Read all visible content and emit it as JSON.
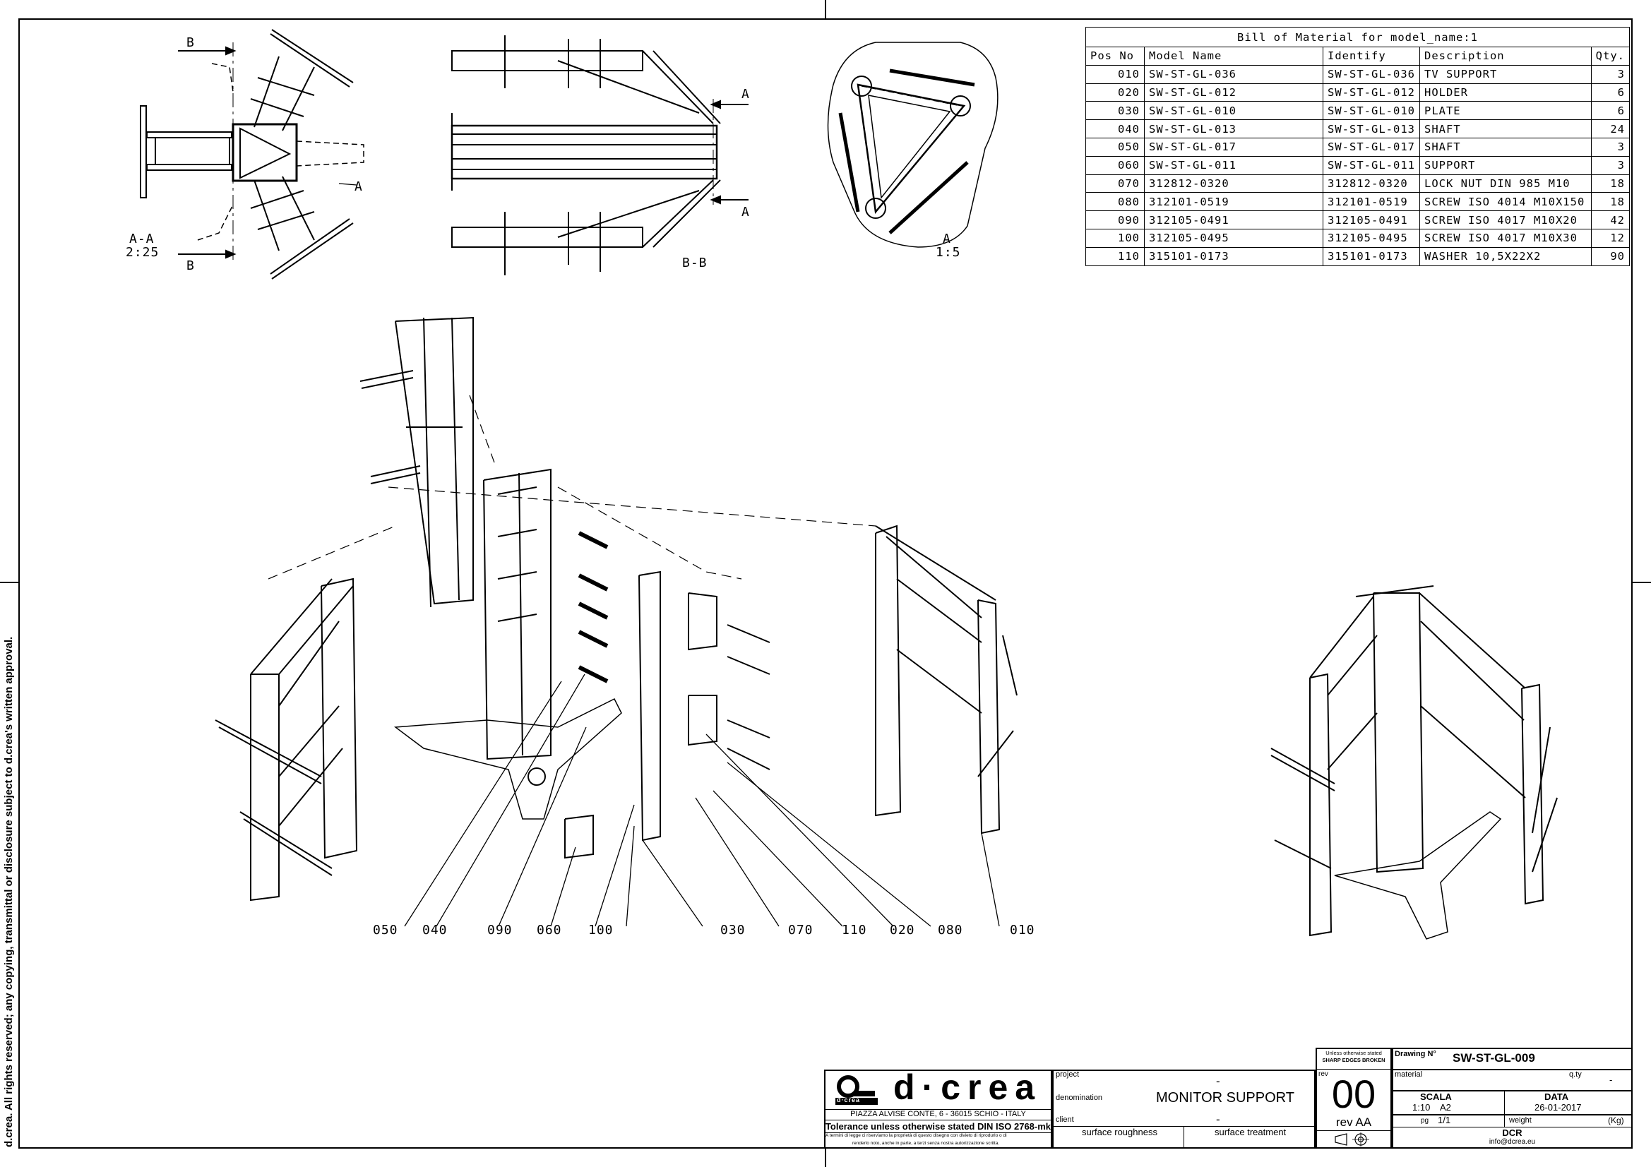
{
  "side_notice": "d.crea. All rights reserved; any copying, transmittal or disclosure subject to d.crea's written approval.",
  "views": {
    "aa": {
      "title": "A-A",
      "scale": "2:25",
      "cut_top": "B",
      "cut_bottom": "B",
      "callout": "A"
    },
    "bb": {
      "title": "B-B",
      "cut_top": "A",
      "cut_bottom": "A"
    },
    "detail_a": {
      "title": "A",
      "scale": "1:5"
    }
  },
  "bom": {
    "title": "Bill of Material for model_name:1",
    "headers": [
      "Pos No",
      "Model Name",
      "Identify",
      "Description",
      "Qty."
    ],
    "rows": [
      [
        "010",
        "SW-ST-GL-036",
        "SW-ST-GL-036",
        "TV SUPPORT",
        "3"
      ],
      [
        "020",
        "SW-ST-GL-012",
        "SW-ST-GL-012",
        "HOLDER",
        "6"
      ],
      [
        "030",
        "SW-ST-GL-010",
        "SW-ST-GL-010",
        "PLATE",
        "6"
      ],
      [
        "040",
        "SW-ST-GL-013",
        "SW-ST-GL-013",
        "SHAFT",
        "24"
      ],
      [
        "050",
        "SW-ST-GL-017",
        "SW-ST-GL-017",
        "SHAFT",
        "3"
      ],
      [
        "060",
        "SW-ST-GL-011",
        "SW-ST-GL-011",
        "SUPPORT",
        "3"
      ],
      [
        "070",
        "312812-0320",
        "312812-0320",
        "LOCK NUT DIN 985 M10",
        "18"
      ],
      [
        "080",
        "312101-0519",
        "312101-0519",
        "SCREW ISO 4014 M10X150",
        "18"
      ],
      [
        "090",
        "312105-0491",
        "312105-0491",
        "SCREW ISO 4017 M10X20",
        "42"
      ],
      [
        "100",
        "312105-0495",
        "312105-0495",
        "SCREW ISO 4017 M10X30",
        "12"
      ],
      [
        "110",
        "315101-0173",
        "315101-0173",
        "WASHER 10,5X22X2",
        "90"
      ]
    ]
  },
  "balloons": [
    "050",
    "040",
    "090",
    "060",
    "100",
    "030",
    "070",
    "110",
    "020",
    "080",
    "010"
  ],
  "title_block": {
    "logo_text": "d·crea",
    "logo_small": "d·crea",
    "address": "PIAZZA ALVISE CONTE, 6 - 36015 SCHIO - ITALY",
    "tolerance": "Tolerance unless otherwise stated DIN ISO 2768-mk",
    "legal_1": "A termini di legge ci riserviamo la proprietà di questo disegno con divieto di riprodurlo o di",
    "legal_2": "renderlo noto, anche in parte, a terzi senza nostra autorizzazione scritta.",
    "project_label": "project",
    "project_value": "-",
    "denomination_label": "denomination",
    "denomination_value": "MONITOR SUPPORT",
    "client_label": "client",
    "client_value": "-",
    "surface_roughness": "surface roughness",
    "surface_treatment": "surface treatment",
    "edges_note_1": "Unless otherwise stated",
    "edges_note_2": "SHARP EDGES BROKEN",
    "rev_label": "rev",
    "rev_value": "00",
    "rev_aa": "rev AA",
    "drawing_label": "Drawing N°",
    "drawing_value": "SW-ST-GL-009",
    "material_label": "material",
    "qty_label": "q.ty",
    "qty_value": "-",
    "scala_label": "SCALA",
    "scala_value": "1:10",
    "format_value": "A2",
    "data_label": "DATA",
    "data_value": "26-01-2017",
    "pg_label": "pg",
    "pg_value": "1/1",
    "weight_label": "weight",
    "weight_unit": "(Kg)",
    "author": "DCR",
    "email": "info@dcrea.eu"
  }
}
